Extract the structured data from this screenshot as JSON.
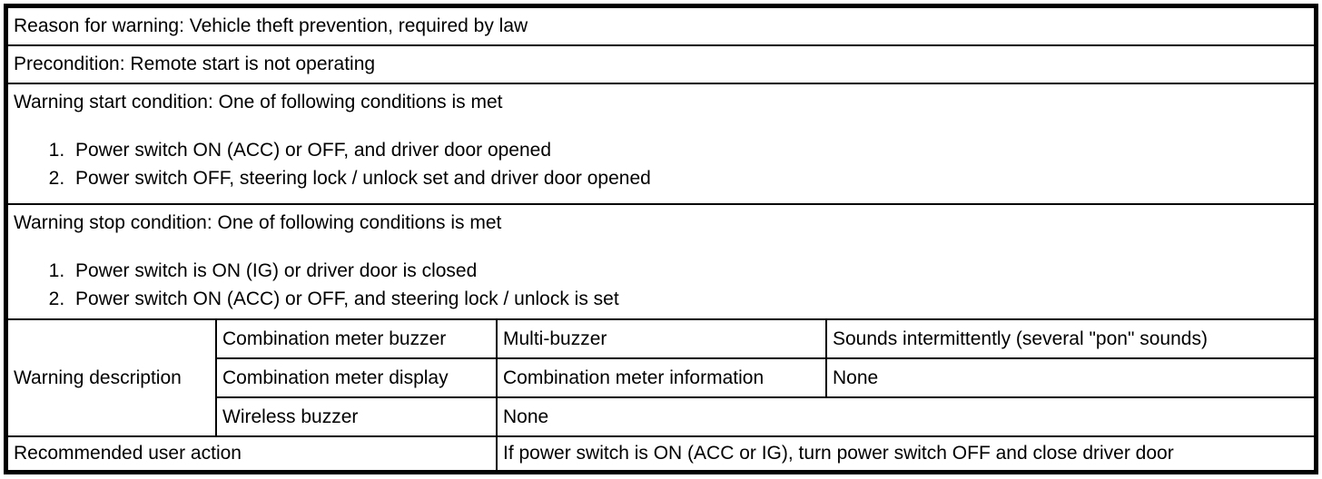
{
  "colors": {
    "border": "#000000",
    "background": "#ffffff",
    "text": "#000000"
  },
  "table": {
    "reason": "Reason for warning: Vehicle theft prevention, required by law",
    "precondition": "Precondition: Remote start is not operating",
    "start_condition": {
      "heading": "Warning start condition: One of following conditions is met",
      "items": [
        "Power switch ON (ACC) or OFF, and driver door opened",
        "Power switch OFF, steering lock / unlock set and driver door opened"
      ]
    },
    "stop_condition": {
      "heading": "Warning stop condition: One of following conditions is met",
      "items": [
        "Power switch is ON (IG) or driver door is closed",
        "Power switch ON (ACC) or OFF, and steering lock / unlock is set"
      ]
    },
    "warning_description": {
      "label": "Warning description",
      "rows": [
        {
          "channel": "Combination meter buzzer",
          "device": "Multi-buzzer",
          "behavior": "Sounds intermittently (several \"pon\" sounds)"
        },
        {
          "channel": "Combination meter display",
          "device": "Combination meter information",
          "behavior": "None"
        },
        {
          "channel": "Wireless buzzer",
          "behavior": "None"
        }
      ]
    },
    "recommended_action": {
      "label": "Recommended user action",
      "value": "If power switch is ON (ACC or IG), turn power switch OFF and close driver door"
    }
  }
}
